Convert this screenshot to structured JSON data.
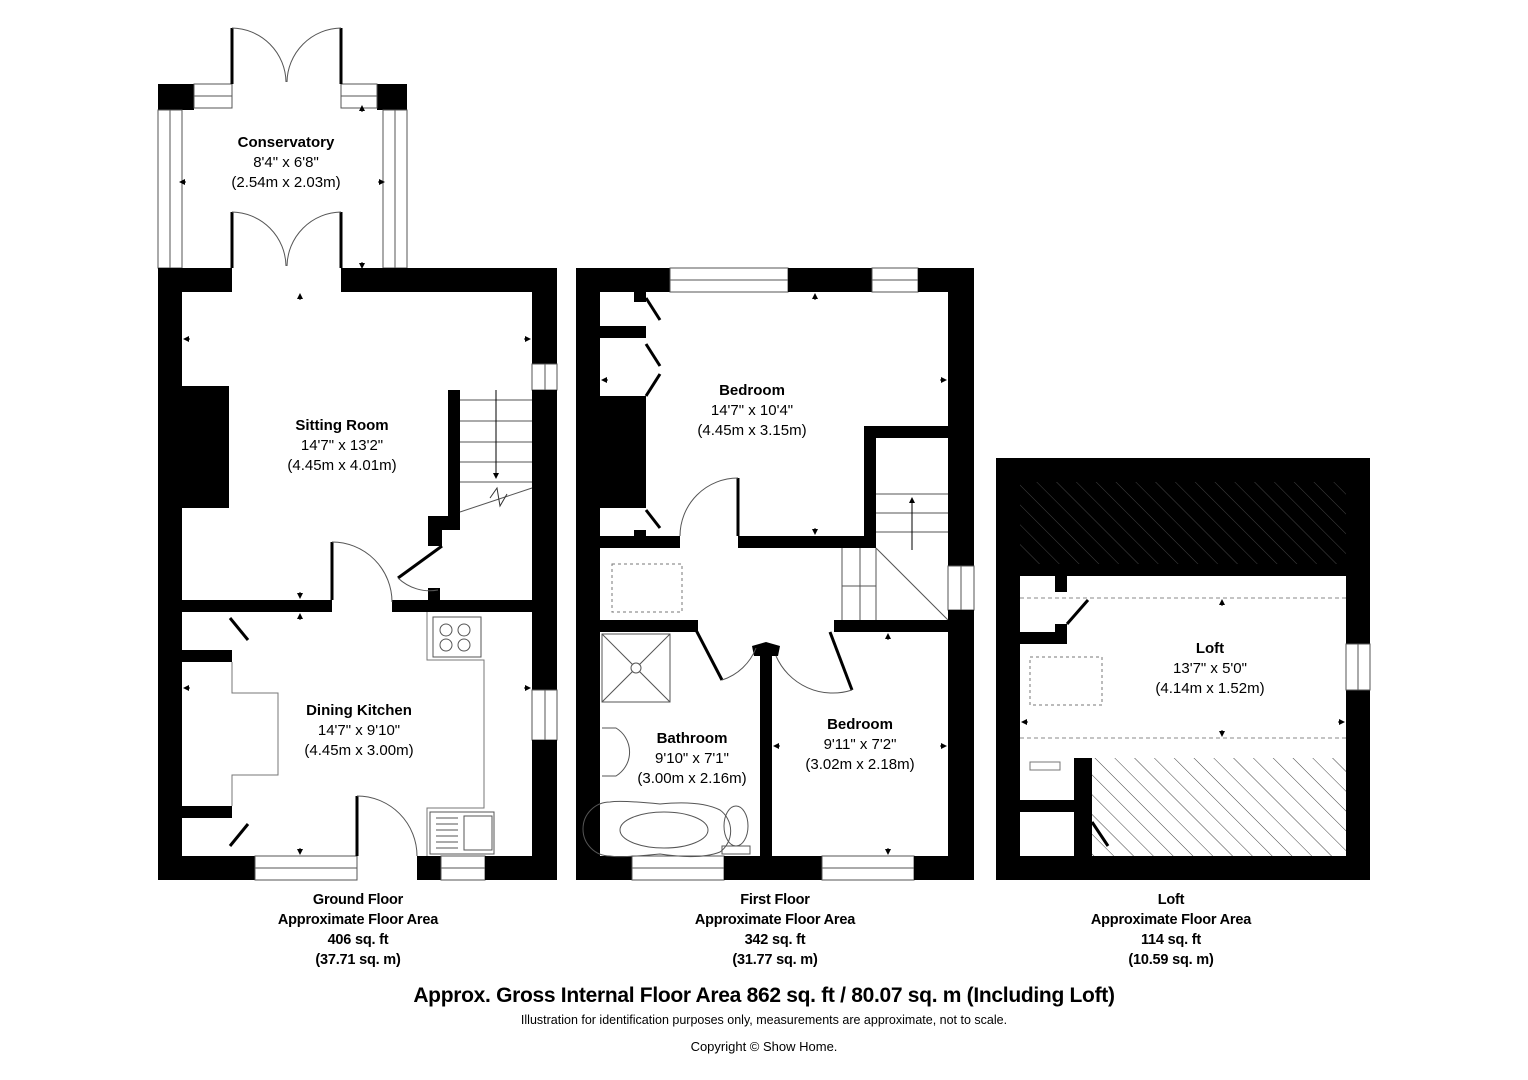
{
  "floors": [
    {
      "id": "ground",
      "name": "Ground Floor",
      "area_label": "Approximate Floor Area",
      "area_sqft": "406 sq. ft",
      "area_sqm": "(37.71 sq. m)",
      "rooms": [
        {
          "name": "Conservatory",
          "imperial": "8'4\" x 6'8\"",
          "metric": "(2.54m x 2.03m)"
        },
        {
          "name": "Sitting Room",
          "imperial": "14'7\" x 13'2\"",
          "metric": "(4.45m x 4.01m)"
        },
        {
          "name": "Dining Kitchen",
          "imperial": "14'7\" x 9'10\"",
          "metric": "(4.45m x 3.00m)"
        }
      ]
    },
    {
      "id": "first",
      "name": "First Floor",
      "area_label": "Approximate Floor Area",
      "area_sqft": "342 sq. ft",
      "area_sqm": "(31.77 sq. m)",
      "rooms": [
        {
          "name": "Bedroom",
          "imperial": "14'7\" x 10'4\"",
          "metric": "(4.45m x 3.15m)"
        },
        {
          "name": "Bathroom",
          "imperial": "9'10\" x 7'1\"",
          "metric": "(3.00m x 2.16m)"
        },
        {
          "name": "Bedroom",
          "imperial": "9'11\" x 7'2\"",
          "metric": "(3.02m x 2.18m)"
        }
      ]
    },
    {
      "id": "loft",
      "name": "Loft",
      "area_label": "Approximate Floor Area",
      "area_sqft": "114 sq. ft",
      "area_sqm": "(10.59 sq. m)",
      "rooms": [
        {
          "name": "Loft",
          "imperial": "13'7\" x 5'0\"",
          "metric": "(4.14m x 1.52m)"
        }
      ]
    }
  ],
  "footer": {
    "gross_area": "Approx. Gross Internal Floor Area 862 sq. ft / 80.07 sq. m (Including Loft)",
    "disclaimer": "Illustration for identification purposes only, measurements are approximate, not to scale.",
    "copyright": "Copyright © Show Home."
  },
  "colors": {
    "wall": "#000000",
    "background": "#ffffff",
    "fixture_line": "#555555"
  }
}
